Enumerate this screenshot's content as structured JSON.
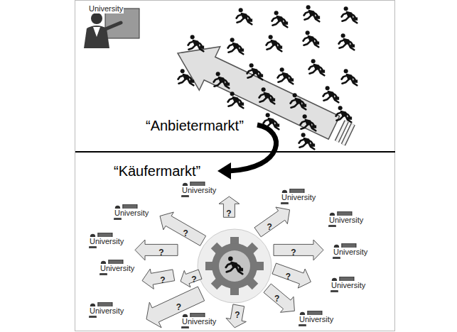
{
  "diagram": {
    "nodes": [
      {
        "text": [
          "?"
        ]
      },
      {
        "text": [
          "?"
        ]
      },
      {
        "text": [
          "?"
        ]
      },
      {
        "text": [
          "?"
        ]
      },
      {
        "text": [
          "?"
        ]
      },
      {
        "text": [
          "?"
        ]
      },
      {
        "text": [
          "?"
        ]
      },
      {
        "text": [
          "?"
        ]
      },
      {
        "text": [
          "?"
        ]
      },
      {
        "text": [
          "?"
        ]
      },
      {
        "text": [
          "?"
        ]
      }
    ],
    "labels": [
      "University",
      "“Anbietermarkt”",
      "“Käufermarkt”",
      "University",
      "University",
      "University",
      "University",
      "University",
      "University",
      "University",
      "University",
      "University",
      "University",
      "University"
    ]
  }
}
